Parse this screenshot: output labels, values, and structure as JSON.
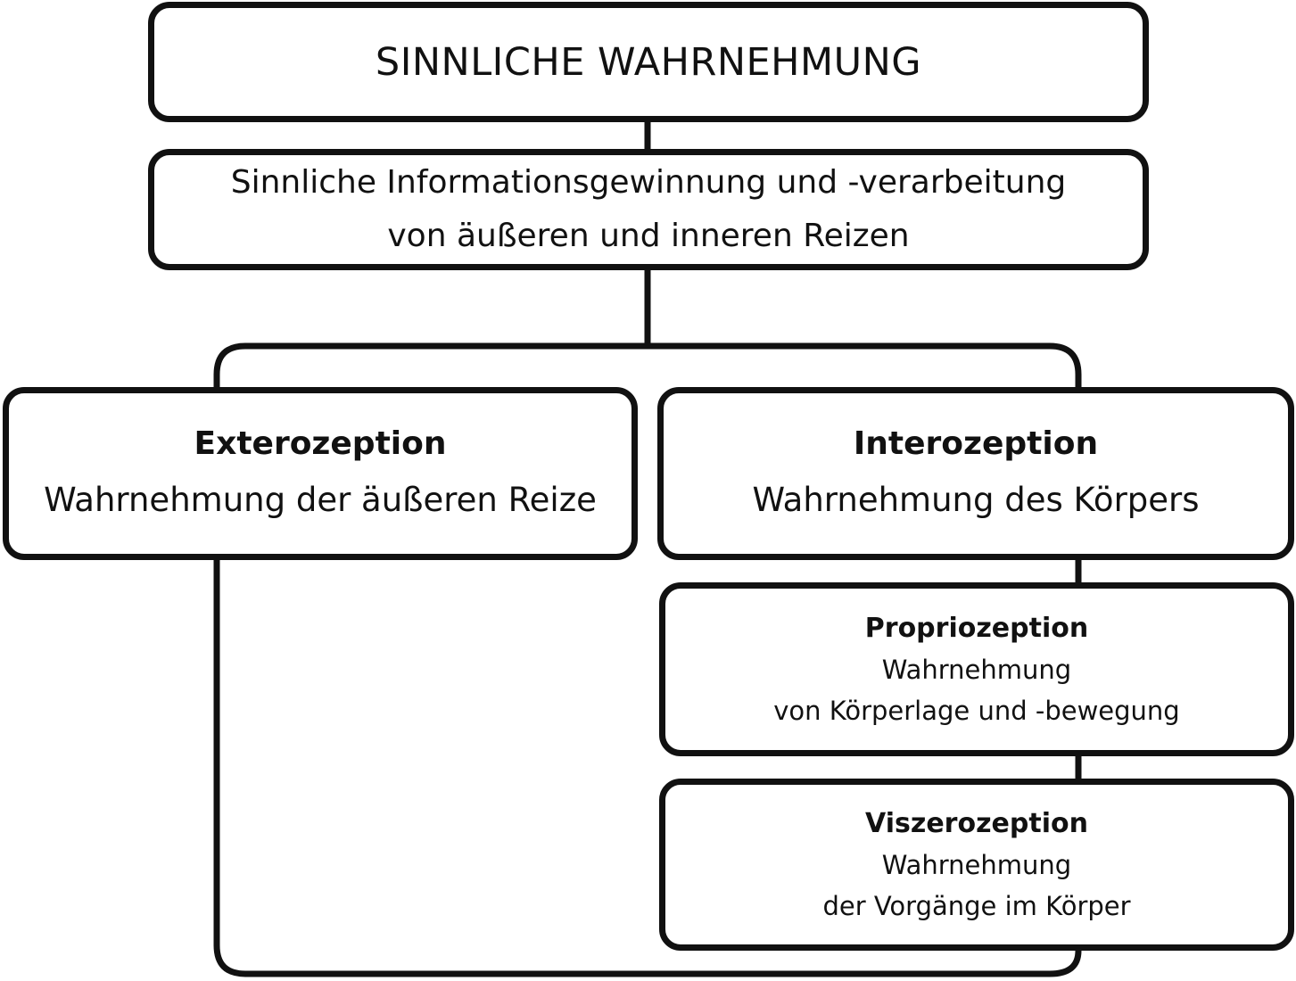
{
  "top_box": {
    "title": "SINNLICHE WAHRNEHMUNG"
  },
  "second_box": {
    "line1": "Sinnliche Informationsgewinnung und  -verarbeitung",
    "line2": "von äußeren und inneren Reizen"
  },
  "exterozeption": {
    "heading": "Exterozeption",
    "description": "Wahrnehmung der äußeren Reize"
  },
  "interozeption": {
    "heading": "Interozeption",
    "description": "Wahrnehmung des Körpers"
  },
  "propriozeption": {
    "heading": "Propriozeption",
    "line1": "Wahrnehmung",
    "line2": "von Körperlage und -bewegung"
  },
  "viszerozeption": {
    "heading": "Viszerozeption",
    "line1": "Wahrnehmung",
    "line2": "der Vorgänge im Körper"
  },
  "colors": {
    "stroke": "#111111",
    "background": "#ffffff"
  }
}
